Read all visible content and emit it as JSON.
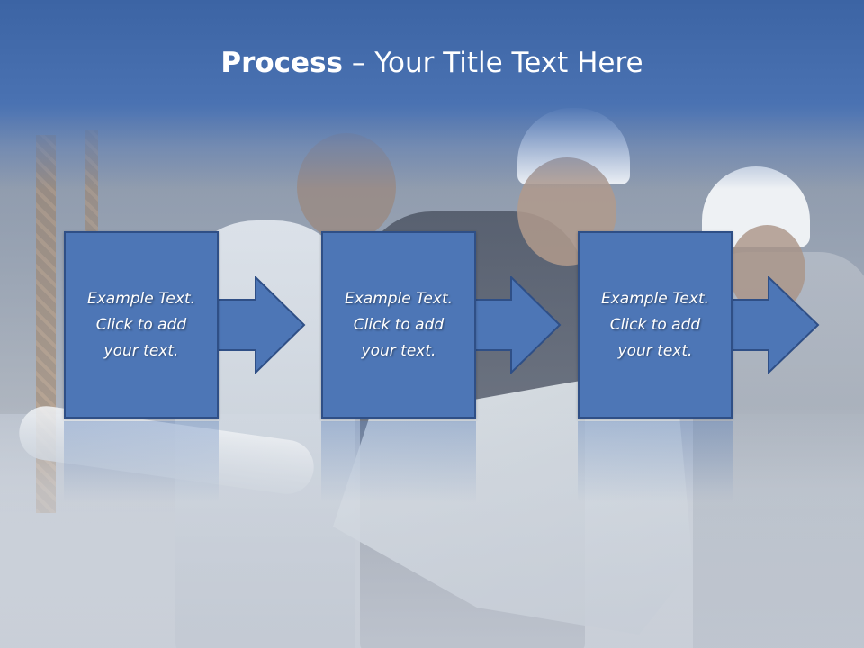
{
  "slide": {
    "title_bold": "Process",
    "title_rest": " – Your Title Text Here"
  },
  "steps": [
    {
      "text": "Example Text.\nClick  to add\nyour text."
    },
    {
      "text": "Example Text.\nClick  to add\nyour text."
    },
    {
      "text": "Example Text.\nClick  to add\nyour text."
    }
  ],
  "colors": {
    "header": "#3c64a4",
    "box_fill": "#4d76b6",
    "box_border": "#2f4f86",
    "text": "#ffffff"
  }
}
